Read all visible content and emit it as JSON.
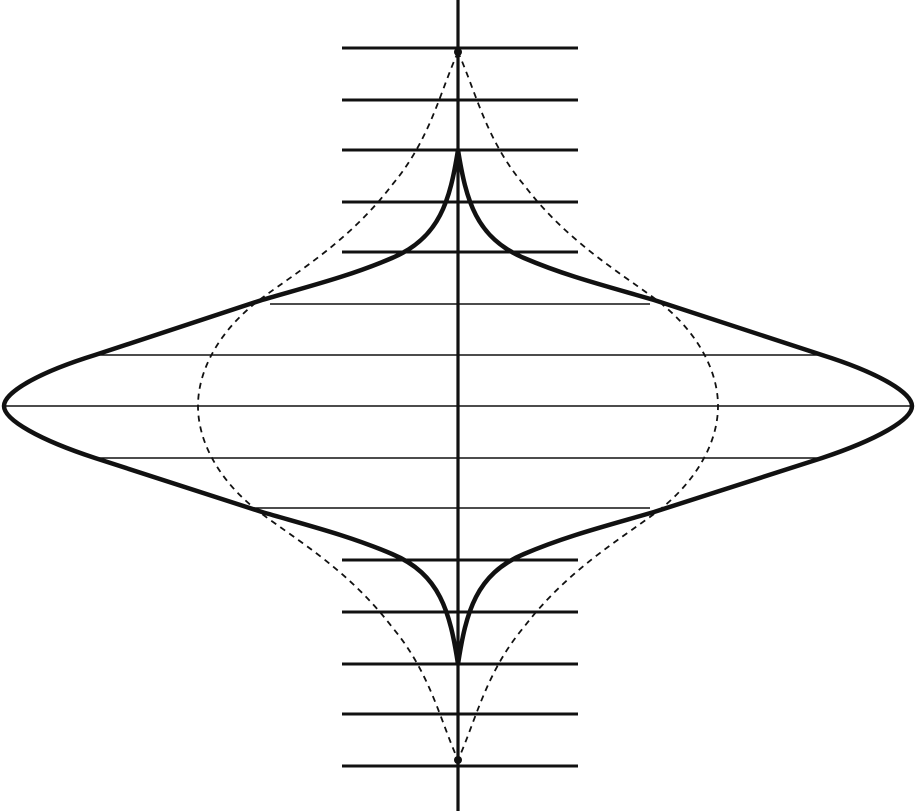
{
  "figure": {
    "colors": {
      "ink": "#111111",
      "background": "#ffffff"
    },
    "curves": [
      {
        "name": "solid-profile",
        "style": "solid"
      },
      {
        "name": "dashed-profile",
        "style": "dashed"
      }
    ]
  }
}
